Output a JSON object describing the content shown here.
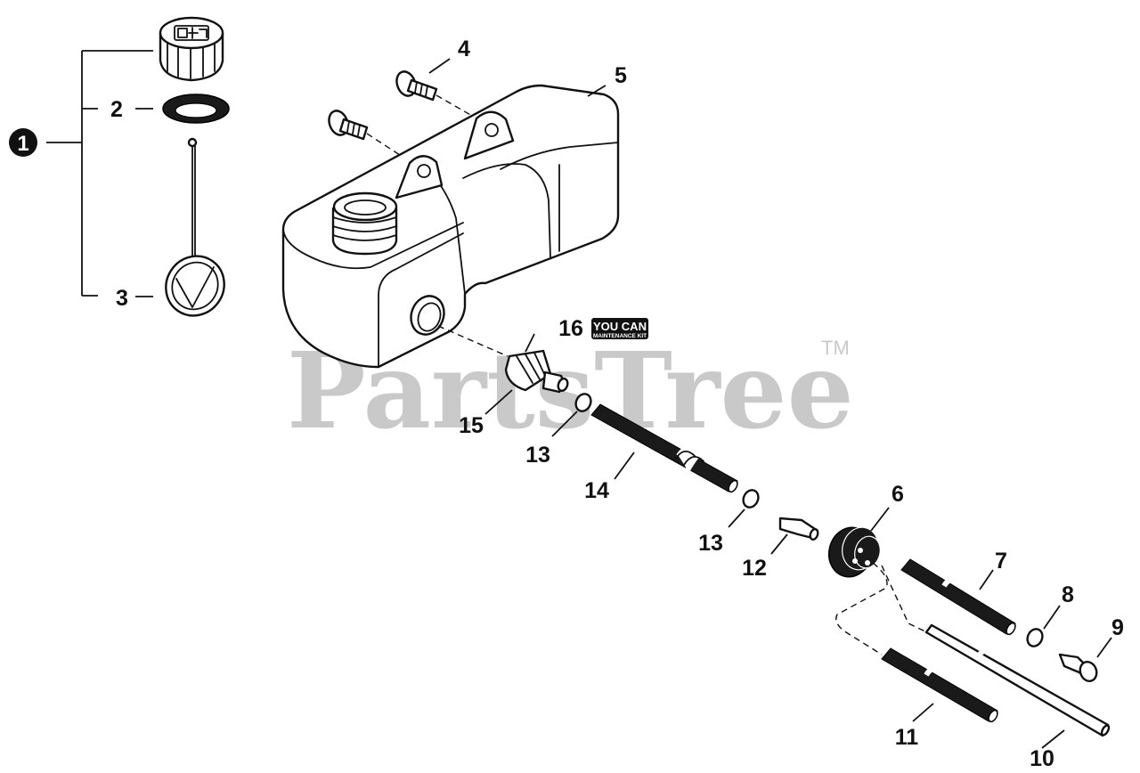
{
  "watermark": {
    "brand": "PartsTree",
    "trademark": "TM"
  },
  "badge": {
    "title": "YOU CAN",
    "subtitle": "MAINTENANCE KIT"
  },
  "kit_callout": "1",
  "callouts": [
    "2",
    "3",
    "4",
    "5",
    "6",
    "7",
    "8",
    "9",
    "10",
    "11",
    "12",
    "13",
    "13",
    "14",
    "15",
    "16"
  ]
}
